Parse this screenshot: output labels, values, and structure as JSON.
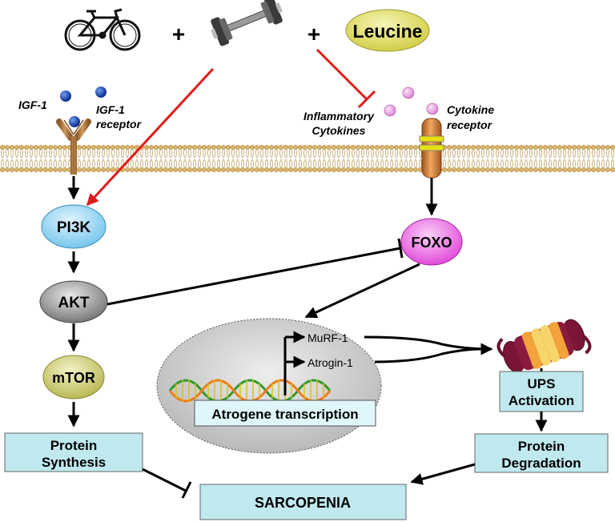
{
  "top": {
    "plus_1": "+",
    "plus_2": "+",
    "leucine": "Leucine"
  },
  "labels": {
    "igf1": "IGF-1",
    "igf1_receptor_line1": "IGF-1",
    "igf1_receptor_line2": "receptor",
    "inflammatory_line1": "Inflammatory",
    "inflammatory_line2": "Cytokines",
    "cytokine_receptor_line1": "Cytokine",
    "cytokine_receptor_line2": "receptor"
  },
  "nodes": {
    "pi3k": "PI3K",
    "akt": "AKT",
    "mtor": "mTOR",
    "foxo": "FOXO",
    "protein_synthesis_line1": "Protein",
    "protein_synthesis_line2": "Synthesis",
    "sarcopenia": "SARCOPENIA",
    "ups_line1": "UPS",
    "ups_line2": "Activation",
    "protein_degradation_line1": "Protein",
    "protein_degradation_line2": "Degradation"
  },
  "nucleus": {
    "murf1": "MuRF-1",
    "atrogin1": "Atrogin-1",
    "atrogene_transcription": "Atrogene transcription"
  },
  "icons": [
    "bicycle-icon",
    "dumbbell-icon",
    "antibody-receptor-icon",
    "cytokine-receptor-icon",
    "dna-helix-icon",
    "proteasome-icon"
  ],
  "colors": {
    "inhibit_red": "#e11b1b",
    "pi3k_fill": "#9fd9f5",
    "akt_fill": "#8c8c8c",
    "mtor_fill": "#d8d77a",
    "foxo_fill": "#f06ae8",
    "box_fill": "#bfe9ef",
    "leucine_fill": "#e6e36a",
    "cytokine_fill": "#f4b3f0"
  }
}
